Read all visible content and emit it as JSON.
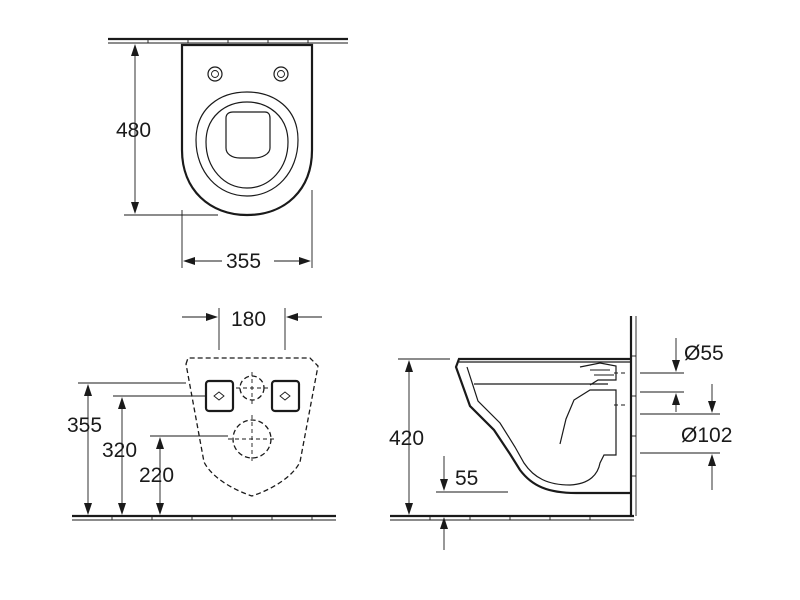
{
  "top_view": {
    "depth": "480",
    "width": "355"
  },
  "front_view": {
    "spacing": "180",
    "height_a": "355",
    "height_b": "320",
    "height_c": "220"
  },
  "side_view": {
    "height": "420",
    "inlet_offset": "55",
    "pipe_small": "Ø55",
    "pipe_large": "Ø102"
  },
  "colors": {
    "line": "#1a1a1a",
    "background": "#ffffff"
  }
}
